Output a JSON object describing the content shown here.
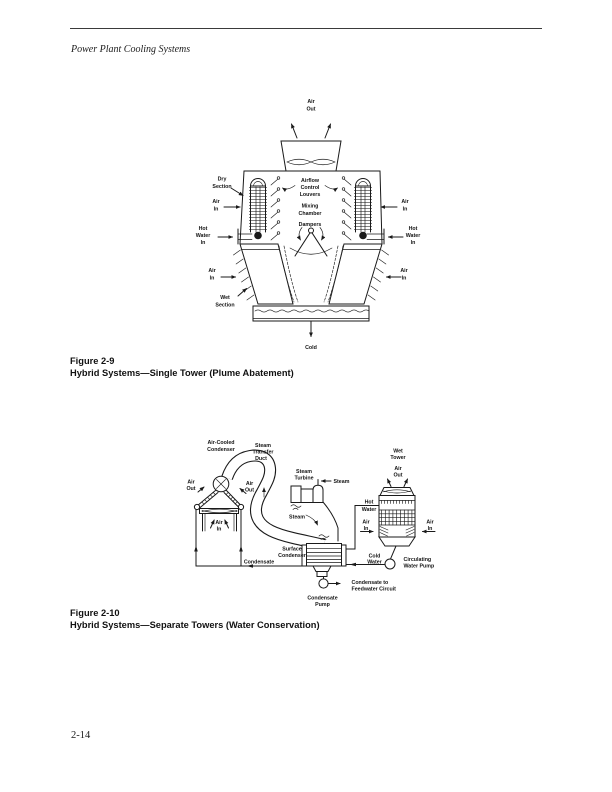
{
  "page": {
    "header_title": "Power Plant Cooling Systems",
    "page_number": "2-14"
  },
  "figure1": {
    "caption": {
      "number": "Figure 2-9",
      "title": "Hybrid Systems—Single Tower (Plume Abatement)"
    },
    "labels": {
      "air_out": [
        "Air",
        "Out"
      ],
      "dry_section": [
        "Dry",
        "Section"
      ],
      "airflow_control_louvers": [
        "Airflow",
        "Control",
        "Louvers"
      ],
      "air_in": [
        "Air",
        "In"
      ],
      "mixing_chamber": [
        "Mixing",
        "Chamber"
      ],
      "dampers": "Dampers",
      "hot_water_in": [
        "Hot",
        "Water",
        "In"
      ],
      "wet_section": [
        "Wet",
        "Section"
      ],
      "cold": "Cold"
    }
  },
  "figure2": {
    "caption": {
      "number": "Figure 2-10",
      "title": "Hybrid Systems—Separate Towers (Water Conservation)"
    },
    "labels": {
      "air_cooled_condenser": [
        "Air-Cooled",
        "Condenser"
      ],
      "steam_transfer_duct": [
        "Steam",
        "Transfer",
        "Duct"
      ],
      "steam_turbine": [
        "Steam",
        "Turbine"
      ],
      "steam": "Steam",
      "air_out": [
        "Air",
        "Out"
      ],
      "air_in": [
        "Air",
        "In"
      ],
      "wet_tower": [
        "Wet",
        "Tower"
      ],
      "hot_water": [
        "Hot",
        "Water"
      ],
      "surface_condenser": [
        "Surface",
        "Condenser"
      ],
      "condensate": "Condensate",
      "cold_water": [
        "Cold",
        "Water"
      ],
      "circulating_water_pump": [
        "Circulating",
        "Water Pump"
      ],
      "condensate_pump": [
        "Condensate",
        "Pump"
      ],
      "condensate_to_feedwater_circuit": [
        "Condensate to",
        "Feedwater Circuit"
      ]
    }
  },
  "colors": {
    "ink": "#1a1a1a",
    "paper": "#ffffff"
  }
}
